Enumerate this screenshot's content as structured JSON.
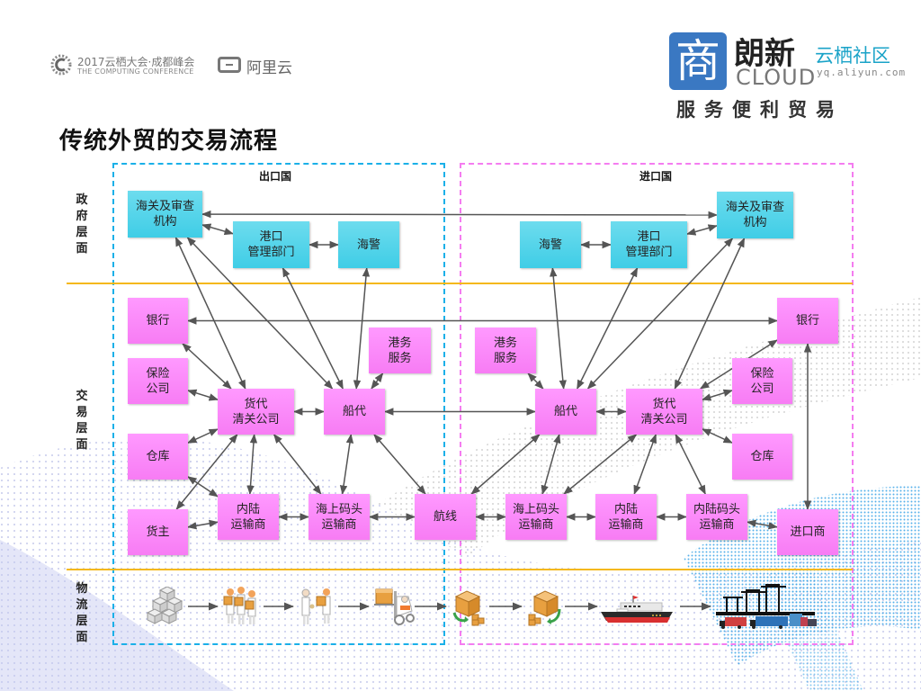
{
  "header": {
    "conference": {
      "line1": "2017云栖大会·成都峰会",
      "line2": "THE COMPUTING CONFERENCE",
      "icon": "computing-conference-logo-icon"
    },
    "aliyun": {
      "text": "阿里云",
      "icon": "aliyun-logo-icon"
    },
    "brand": {
      "square_char": "商",
      "name": "朗新",
      "cloud": "CLOUD",
      "community": "云栖社区",
      "url": "yq.aliyun.com",
      "slogan": "服务便利贸易"
    }
  },
  "title": "传统外贸的交易流程",
  "regions": {
    "export": {
      "label": "出口国",
      "color": "#1ab0e8"
    },
    "import": {
      "label": "进口国",
      "color": "#f47cf0"
    }
  },
  "layers": [
    {
      "id": "government",
      "label": "政府层面"
    },
    {
      "id": "trade",
      "label": "交易层面"
    },
    {
      "id": "logistics",
      "label": "物流层面"
    }
  ],
  "colors": {
    "gov_node": "#4fd3ea",
    "trade_node": "#fa88f8",
    "separator": "#f4b81c",
    "arrow": "#555555"
  },
  "nodes": {
    "ex_customs": {
      "label": "海关及审查\n机构",
      "type": "gov"
    },
    "ex_port_admin": {
      "label": "港口\n管理部门",
      "type": "gov"
    },
    "ex_coast_guard": {
      "label": "海警",
      "type": "gov"
    },
    "im_coast_guard": {
      "label": "海警",
      "type": "gov"
    },
    "im_port_admin": {
      "label": "港口\n管理部门",
      "type": "gov"
    },
    "im_customs": {
      "label": "海关及审查\n机构",
      "type": "gov"
    },
    "ex_bank": {
      "label": "银行",
      "type": "trade"
    },
    "ex_insurance": {
      "label": "保险\n公司",
      "type": "trade"
    },
    "ex_warehouse": {
      "label": "仓库",
      "type": "trade"
    },
    "ex_owner": {
      "label": "货主",
      "type": "trade"
    },
    "ex_forwarder": {
      "label": "货代\n清关公司",
      "type": "trade"
    },
    "ex_shipping_agent": {
      "label": "船代",
      "type": "trade"
    },
    "ex_port_service": {
      "label": "港务\n服务",
      "type": "trade"
    },
    "ex_inland_carrier": {
      "label": "内陆\n运输商",
      "type": "trade"
    },
    "ex_sea_dock_carrier": {
      "label": "海上码头\n运输商",
      "type": "trade"
    },
    "route": {
      "label": "航线",
      "type": "trade"
    },
    "im_port_service": {
      "label": "港务\n服务",
      "type": "trade"
    },
    "im_shipping_agent": {
      "label": "船代",
      "type": "trade"
    },
    "im_forwarder": {
      "label": "货代\n清关公司",
      "type": "trade"
    },
    "im_bank": {
      "label": "银行",
      "type": "trade"
    },
    "im_insurance": {
      "label": "保险\n公司",
      "type": "trade"
    },
    "im_warehouse": {
      "label": "仓库",
      "type": "trade"
    },
    "im_sea_dock_carrier": {
      "label": "海上码头\n运输商",
      "type": "trade"
    },
    "im_inland_carrier": {
      "label": "内陆\n运输商",
      "type": "trade"
    },
    "im_inland_dock_carrier": {
      "label": "内陆码头\n运输商",
      "type": "trade"
    },
    "importer": {
      "label": "进口商",
      "type": "trade"
    }
  },
  "edges": [
    [
      "ex_customs",
      "im_customs",
      "both"
    ],
    [
      "ex_customs",
      "ex_port_admin",
      "both"
    ],
    [
      "ex_port_admin",
      "ex_coast_guard",
      "both"
    ],
    [
      "im_coast_guard",
      "im_port_admin",
      "both"
    ],
    [
      "im_port_admin",
      "im_customs",
      "both"
    ],
    [
      "ex_bank",
      "im_bank",
      "both"
    ],
    [
      "ex_bank",
      "ex_forwarder",
      "both"
    ],
    [
      "ex_insurance",
      "ex_forwarder",
      "both"
    ],
    [
      "ex_warehouse",
      "ex_forwarder",
      "both"
    ],
    [
      "ex_warehouse",
      "ex_inland_carrier",
      "both"
    ],
    [
      "ex_owner",
      "ex_forwarder",
      "both"
    ],
    [
      "ex_owner",
      "ex_inland_carrier",
      "both"
    ],
    [
      "ex_forwarder",
      "ex_shipping_agent",
      "both"
    ],
    [
      "ex_forwarder",
      "ex_customs",
      "both"
    ],
    [
      "ex_forwarder",
      "ex_inland_carrier",
      "both"
    ],
    [
      "ex_forwarder",
      "ex_sea_dock_carrier",
      "both"
    ],
    [
      "ex_shipping_agent",
      "ex_customs",
      "both"
    ],
    [
      "ex_shipping_agent",
      "ex_port_admin",
      "both"
    ],
    [
      "ex_shipping_agent",
      "ex_coast_guard",
      "both"
    ],
    [
      "ex_shipping_agent",
      "ex_port_service",
      "both"
    ],
    [
      "ex_shipping_agent",
      "im_shipping_agent",
      "both"
    ],
    [
      "ex_shipping_agent",
      "ex_sea_dock_carrier",
      "both"
    ],
    [
      "ex_shipping_agent",
      "route",
      "both"
    ],
    [
      "ex_inland_carrier",
      "ex_sea_dock_carrier",
      "both"
    ],
    [
      "ex_sea_dock_carrier",
      "route",
      "both"
    ],
    [
      "route",
      "im_sea_dock_carrier",
      "both"
    ],
    [
      "route",
      "im_shipping_agent",
      "both"
    ],
    [
      "im_sea_dock_carrier",
      "im_inland_carrier",
      "both"
    ],
    [
      "im_inland_carrier",
      "im_inland_dock_carrier",
      "both"
    ],
    [
      "im_inland_dock_carrier",
      "importer",
      "both"
    ],
    [
      "im_shipping_agent",
      "im_port_service",
      "both"
    ],
    [
      "im_shipping_agent",
      "im_coast_guard",
      "both"
    ],
    [
      "im_shipping_agent",
      "im_port_admin",
      "both"
    ],
    [
      "im_shipping_agent",
      "im_customs",
      "both"
    ],
    [
      "im_shipping_agent",
      "im_forwarder",
      "both"
    ],
    [
      "im_shipping_agent",
      "im_sea_dock_carrier",
      "both"
    ],
    [
      "im_forwarder",
      "im_customs",
      "both"
    ],
    [
      "im_forwarder",
      "im_bank",
      "both"
    ],
    [
      "im_forwarder",
      "im_insurance",
      "both"
    ],
    [
      "im_forwarder",
      "im_warehouse",
      "both"
    ],
    [
      "im_forwarder",
      "im_sea_dock_carrier",
      "both"
    ],
    [
      "im_forwarder",
      "im_inland_carrier",
      "both"
    ],
    [
      "im_forwarder",
      "im_inland_dock_carrier",
      "both"
    ],
    [
      "im_bank",
      "importer",
      "both"
    ]
  ],
  "logistics_flow": [
    {
      "icon": "stacked-boxes-icon"
    },
    {
      "icon": "workers-carrying-boxes-icon"
    },
    {
      "icon": "handover-icon"
    },
    {
      "icon": "forklift-icon"
    },
    {
      "icon": "box-unload-icon"
    },
    {
      "icon": "box-load-icon"
    },
    {
      "icon": "cargo-ship-icon"
    },
    {
      "icon": "container-port-icon"
    }
  ]
}
